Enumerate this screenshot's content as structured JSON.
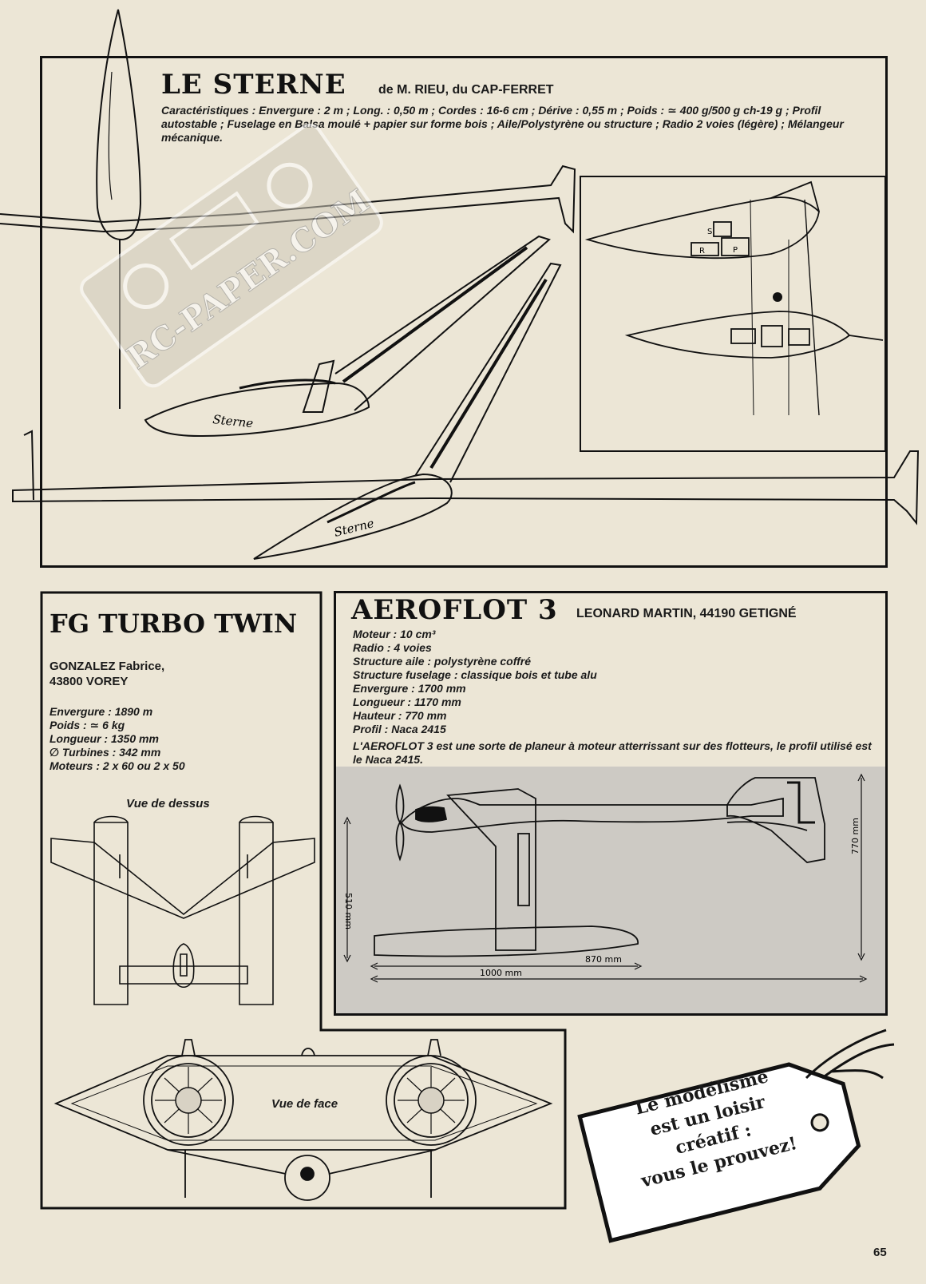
{
  "sterne": {
    "title": "LE STERNE",
    "author": "de M. RIEU, du CAP-FERRET",
    "specs": "Caractéristiques : Envergure : 2 m ; Long. : 0,50 m ; Cordes : 16-6 cm ; Dérive : 0,55 m ; Poids : ≃ 400 g/500 g ch-19 g ; Profil autostable ; Fuselage en Balsa moulé + papier sur forme bois ; Aile/Polystyrène ou structure ; Radio 2 voies (légère) ; Mélangeur mécanique.",
    "fuselage_text": "Sterne",
    "inset_labels": [
      "S",
      "R",
      "P"
    ]
  },
  "watermark": "RC-PAPER.COM",
  "turbo": {
    "title": "FG TURBO TWIN",
    "author_line1": "GONZALEZ Fabrice,",
    "author_line2": "43800 VOREY",
    "specs": [
      "Envergure : 1890 m",
      "Poids : ≃ 6 kg",
      "Longueur : 1350 mm",
      "∅ Turbines : 342 mm",
      "Moteurs : 2 x 60 ou 2 x 50"
    ],
    "view_top": "Vue de dessus",
    "view_front": "Vue de face"
  },
  "aeroflot": {
    "title": "AEROFLOT 3",
    "author": "LEONARD MARTIN, 44190 GETIGNÉ",
    "specs": [
      "Moteur : 10 cm³",
      "Radio : 4 voies",
      "Structure aile : polystyrène coffré",
      "Structure fuselage : classique bois et tube alu",
      "Envergure : 1700 mm",
      "Longueur : 1170 mm",
      "Hauteur : 770 mm",
      "Profil : Naca 2415"
    ],
    "description": "L'AEROFLOT 3 est une sorte de planeur à moteur atterrissant sur des flotteurs, le profil utilisé est le Naca 2415.",
    "dim_left": "510 mm",
    "dim_right": "770 mm",
    "dim_float": "870 mm",
    "dim_total": "1000 mm"
  },
  "tag": {
    "line1": "Le modélisme",
    "line2": "est un loisir",
    "line3": "créatif :",
    "line4": "vous le prouvez!"
  },
  "page_number": "65"
}
